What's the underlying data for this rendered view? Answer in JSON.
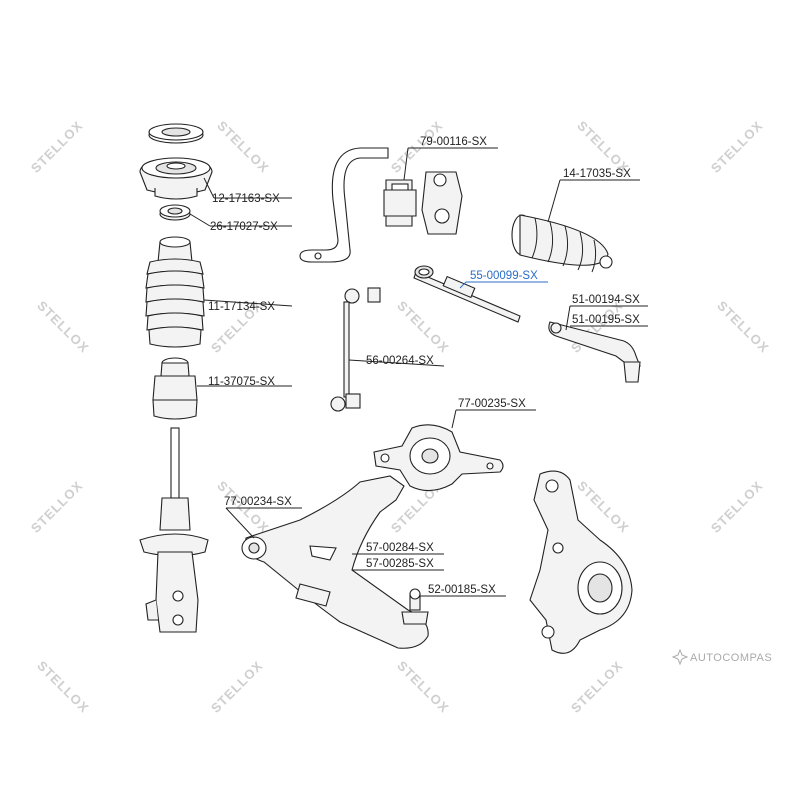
{
  "watermark": {
    "text": "STELLOX"
  },
  "brand": {
    "text": "AUTOCOMPAS"
  },
  "parts": [
    {
      "id": "12-17163",
      "label": "12-17163-SX",
      "highlighted": false
    },
    {
      "id": "26-17027",
      "label": "26-17027-SX",
      "highlighted": false
    },
    {
      "id": "11-17134",
      "label": "11-17134-SX",
      "highlighted": false
    },
    {
      "id": "11-37075",
      "label": "11-37075-SX",
      "highlighted": false
    },
    {
      "id": "79-00116",
      "label": "79-00116-SX",
      "highlighted": false
    },
    {
      "id": "14-17035",
      "label": "14-17035-SX",
      "highlighted": false
    },
    {
      "id": "55-00099",
      "label": "55-00099-SX",
      "highlighted": true
    },
    {
      "id": "51-00194",
      "label": "51-00194-SX",
      "highlighted": false
    },
    {
      "id": "51-00195",
      "label": "51-00195-SX",
      "highlighted": false
    },
    {
      "id": "56-00264",
      "label": "56-00264-SX",
      "highlighted": false
    },
    {
      "id": "77-00235",
      "label": "77-00235-SX",
      "highlighted": false
    },
    {
      "id": "77-00234",
      "label": "77-00234-SX",
      "highlighted": false
    },
    {
      "id": "57-00284",
      "label": "57-00284-SX",
      "highlighted": false
    },
    {
      "id": "57-00285",
      "label": "57-00285-SX",
      "highlighted": false
    },
    {
      "id": "52-00185",
      "label": "52-00185-SX",
      "highlighted": false
    }
  ],
  "colors": {
    "highlight": "#2a6cc7",
    "line": "#222222",
    "watermark": "#cfcfcf"
  }
}
